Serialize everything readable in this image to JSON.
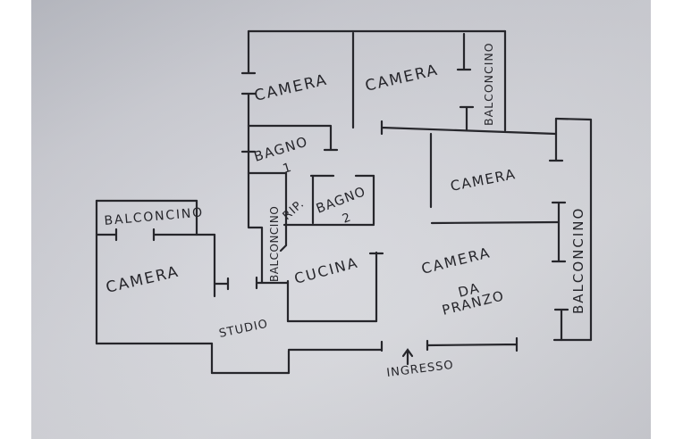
{
  "colors": {
    "paper": "#d0d2d8",
    "ink": "#26262b",
    "margin": "#ffffff"
  },
  "rooms": {
    "camera_top_left": "CAMERA",
    "camera_top_right": "CAMERA",
    "balconcino_top_right": "BALCONCINO",
    "bagno_1": {
      "name": "BAGNO",
      "number": "1"
    },
    "camera_right": "CAMERA",
    "balconcino_right": "BALCONCINO",
    "balconcino_middle": "BALCONCINO",
    "ripostiglio": "RIP.",
    "bagno_2": {
      "name": "BAGNO",
      "number": "2"
    },
    "balconcino_left": "BALCONCINO",
    "camera_left": "CAMERA",
    "cucina": "CUCINA",
    "camera_da_pranzo": {
      "line1": "CAMERA",
      "line2": "DA",
      "line3": "PRANZO"
    },
    "studio": "STUDIO",
    "ingresso": "INGRESSO"
  }
}
